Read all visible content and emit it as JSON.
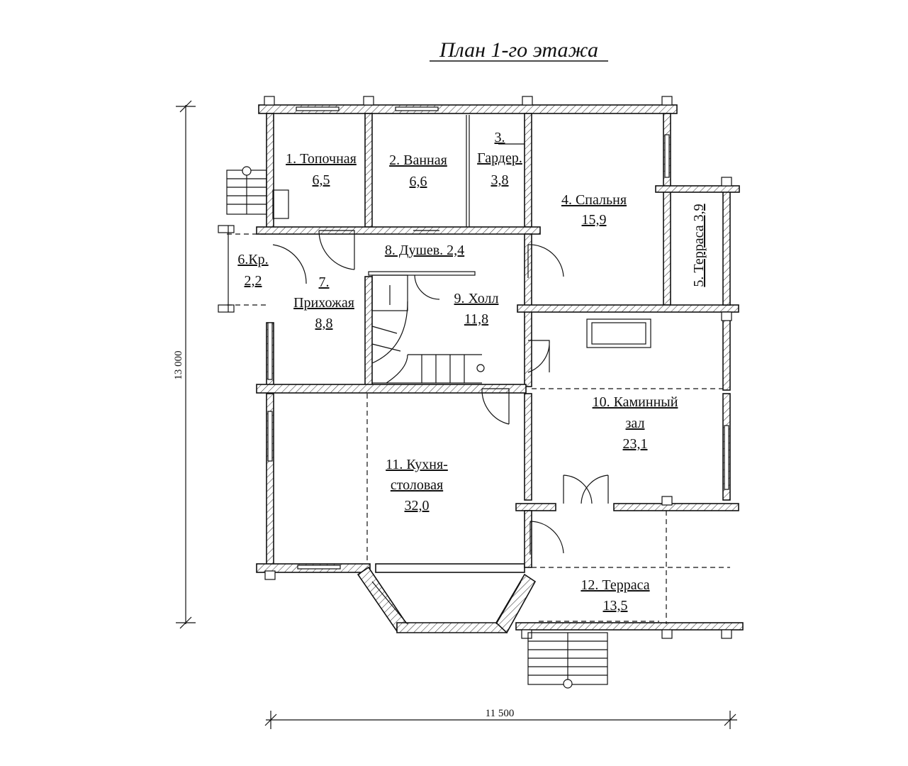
{
  "title": "План 1-го этажа",
  "dimensions": {
    "height": "13 000",
    "width": "11 500"
  },
  "rooms": [
    {
      "num": "1. Топочная",
      "area": "6,5"
    },
    {
      "num": "2. Ванная",
      "area": "6,6"
    },
    {
      "num": "3.",
      "name": "Гардер.",
      "area": "3,8"
    },
    {
      "num": "4. Спальня",
      "area": "15,9"
    },
    {
      "num": "5. Терраса 3,9"
    },
    {
      "num": "6.Кр.",
      "area": "2,2"
    },
    {
      "num": "7.",
      "name": "Прихожая",
      "area": "8,8"
    },
    {
      "num": "8. Душев. 2,4"
    },
    {
      "num": "9. Холл",
      "area": "11,8"
    },
    {
      "num": "10. Каминный",
      "name": "зал",
      "area": "23,1"
    },
    {
      "num": "11. Кухня-",
      "name": "столовая",
      "area": "32,0"
    },
    {
      "num": "12. Терраса",
      "area": "13,5"
    }
  ]
}
